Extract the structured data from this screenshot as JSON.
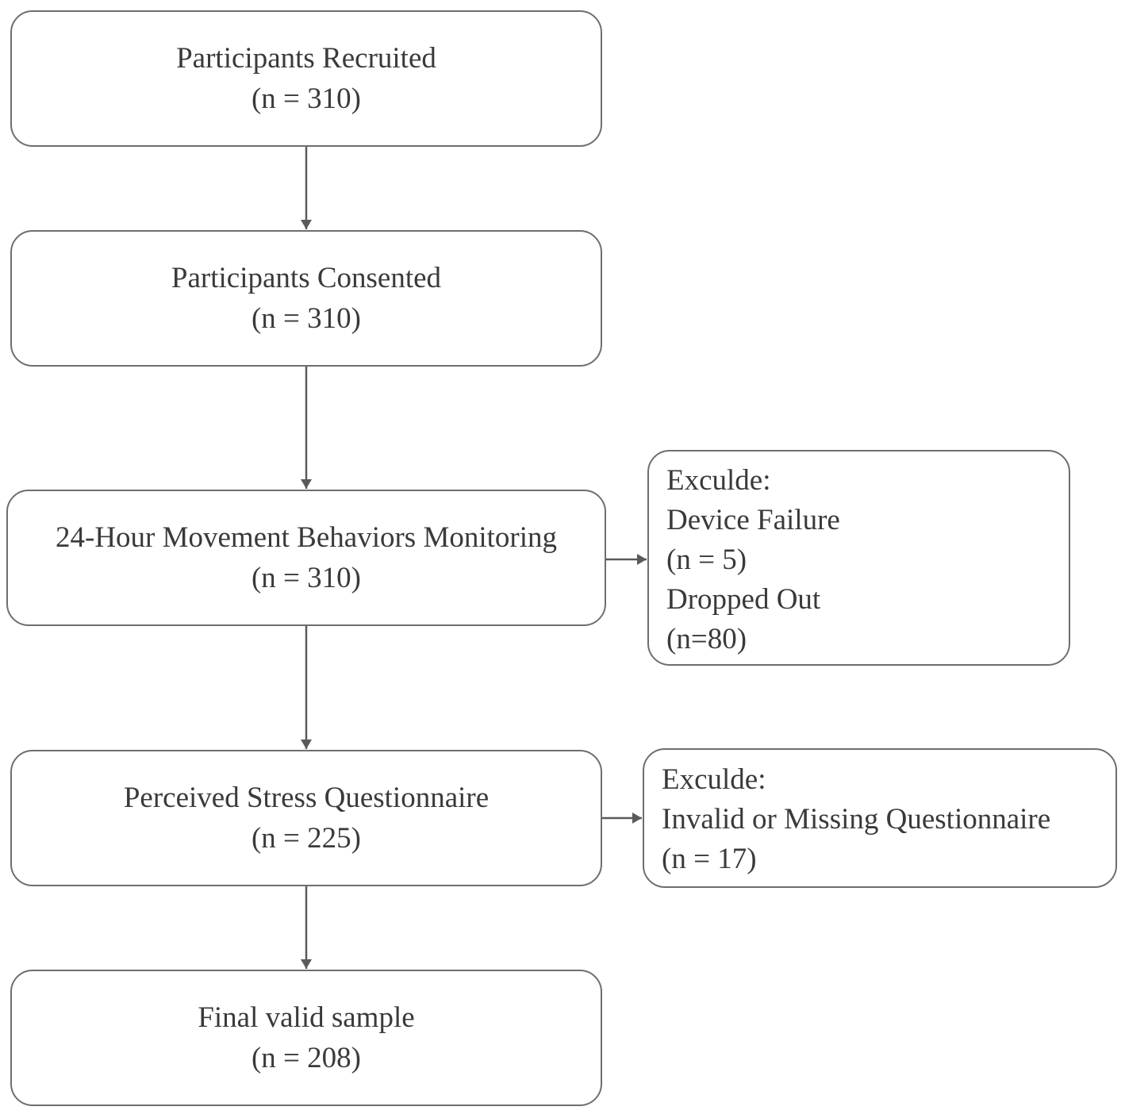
{
  "flow": {
    "steps": [
      {
        "title": "Participants Recruited",
        "count": "(n = 310)"
      },
      {
        "title": "Participants Consented",
        "count": "(n = 310)"
      },
      {
        "title": "24-Hour Movement Behaviors Monitoring",
        "count": "(n = 310)"
      },
      {
        "title": "Perceived Stress Questionnaire",
        "count": "(n = 225)"
      },
      {
        "title": "Final valid sample",
        "count": "(n = 208)"
      }
    ],
    "exclusions": [
      {
        "heading": "Exculde:",
        "lines": [
          "Device Failure",
          "(n = 5)",
          "Dropped Out",
          "(n=80)"
        ]
      },
      {
        "heading": "Exculde:",
        "lines": [
          "Invalid or Missing Questionnaire",
          "(n = 17)"
        ]
      }
    ]
  },
  "colors": {
    "border": "#6e6e6e",
    "text": "#3a3a3a",
    "arrow": "#5a5a5a",
    "background": "#ffffff"
  }
}
